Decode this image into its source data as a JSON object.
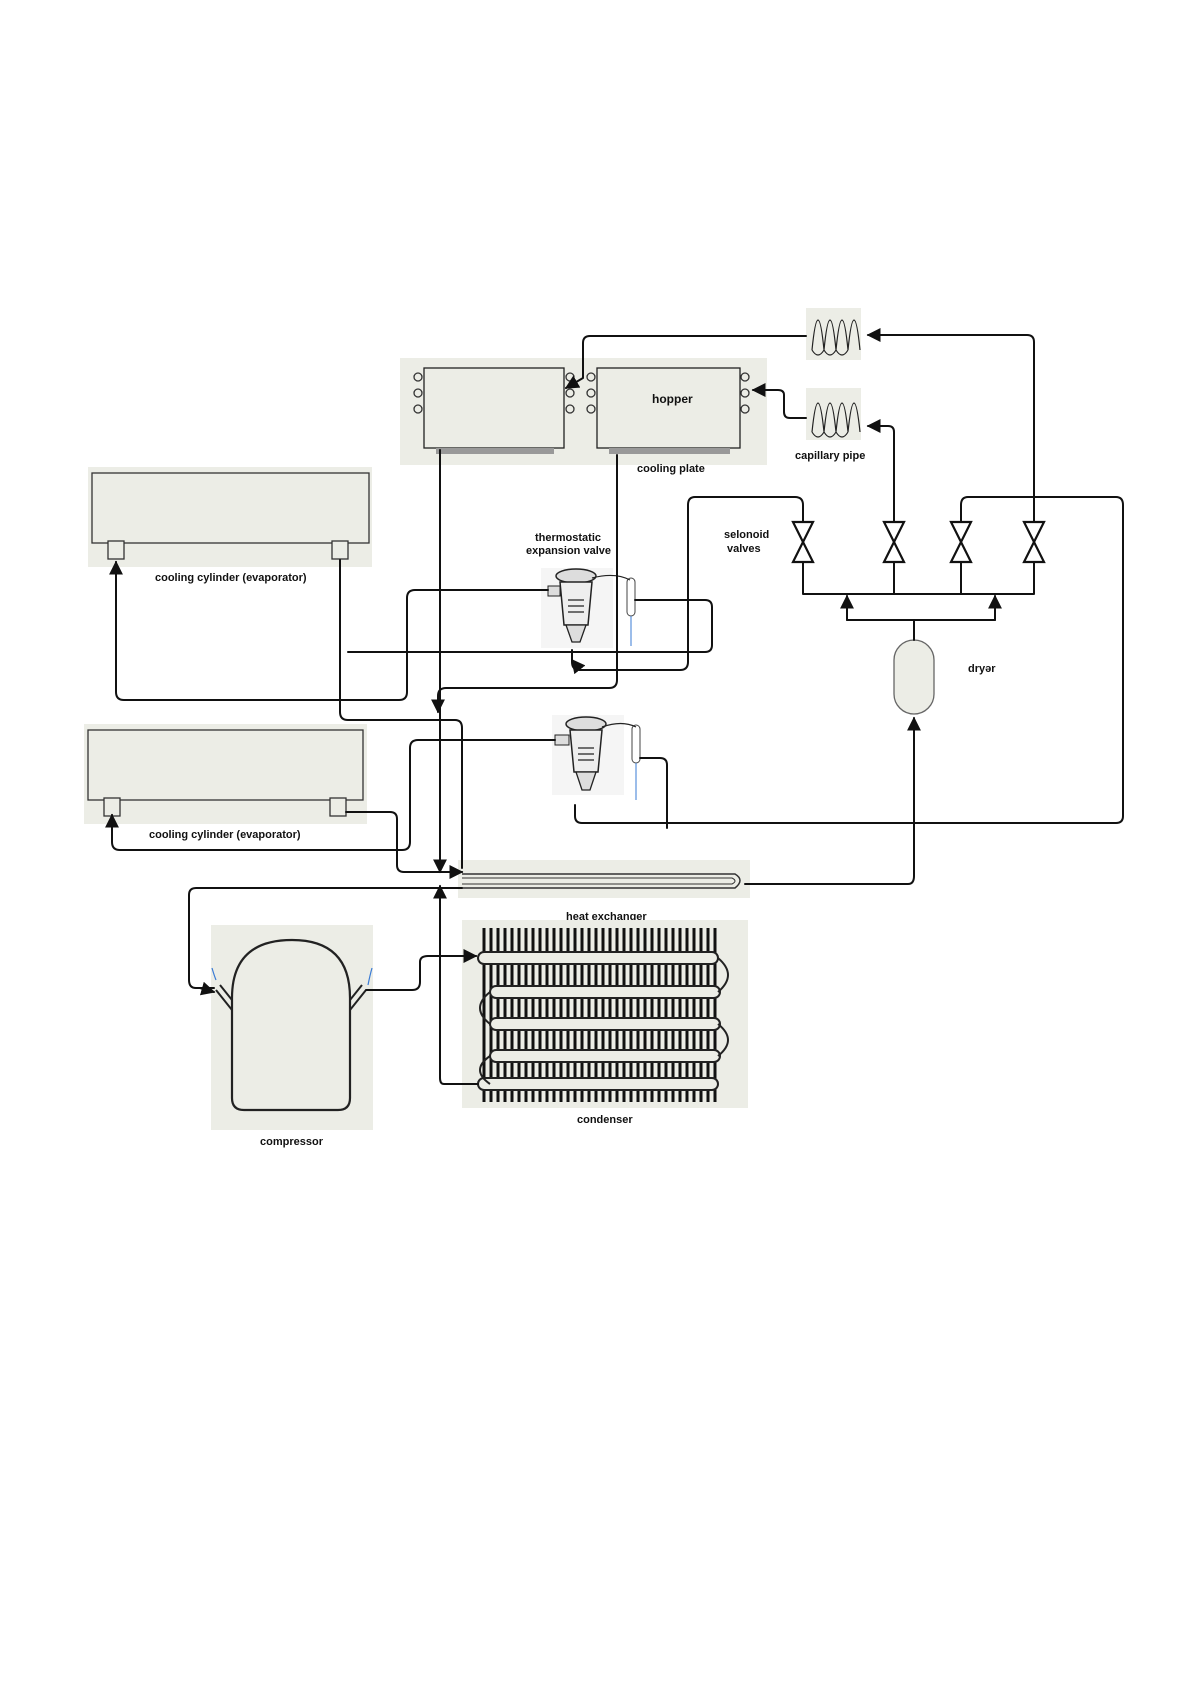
{
  "labels": {
    "hopper": "hopper",
    "cooling_plate": "cooling plate",
    "capillary_pipe": "capillary pipe",
    "thermostatic_line1": "thermostatic",
    "thermostatic_line2": "expansion valve",
    "solenoid_line1": "selonoid",
    "solenoid_line2": "valves",
    "dryer": "dryər",
    "cooling_cylinder_1": "cooling cylinder (evaporator)",
    "cooling_cylinder_2": "cooling cylinder (evaporator)",
    "heat_exchanger": "heat exchanger",
    "compressor": "compressor",
    "condenser": "condenser"
  },
  "colors": {
    "panel": "#ecede6",
    "pipe": "#111111",
    "sensor": "#3a7bd5"
  }
}
